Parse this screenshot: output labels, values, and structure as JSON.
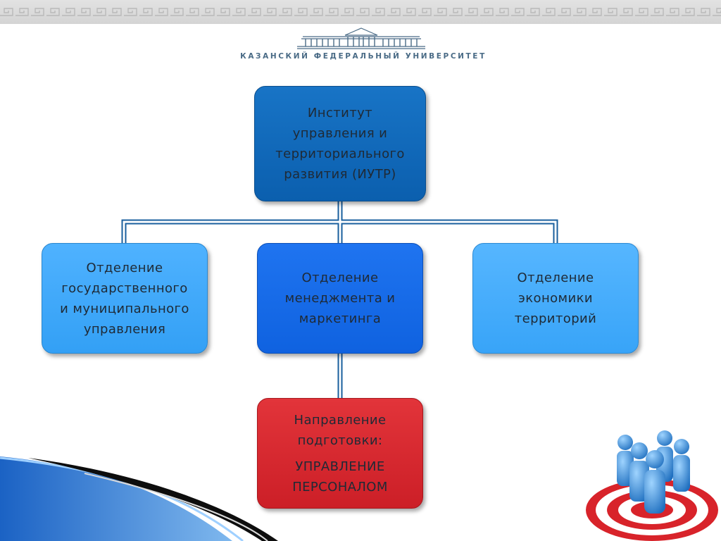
{
  "logo": {
    "university_name": "КАЗАНСКИЙ ФЕДЕРАЛЬНЫЙ УНИВЕРСИТЕТ"
  },
  "diagram": {
    "root": {
      "line1": "Институт",
      "line2": "управления и",
      "line3": "территориального",
      "line4": "развития (ИУТР)"
    },
    "dept_left": {
      "line1": "Отделение",
      "line2": "государственного",
      "line3": "и муниципального",
      "line4": "управления"
    },
    "dept_mid": {
      "line1": "Отделение",
      "line2": "менеджмента и",
      "line3": "маркетинга"
    },
    "dept_right": {
      "line1": "Отделение",
      "line2": "экономики",
      "line3": "территорий"
    },
    "direction": {
      "line1": "Направление",
      "line2": "подготовки:",
      "line3": "УПРАВЛЕНИЕ",
      "line4": "ПЕРСОНАЛОМ"
    }
  },
  "colors": {
    "root": "#0b5fae",
    "dept_side": "#3aa6f8",
    "dept_mid": "#0f62e0",
    "direction": "#cc1f27",
    "connector": "#1a6ab0"
  },
  "decorations": {
    "building_icon": "university-building-icon",
    "people_icon": "team-on-target-icon"
  }
}
